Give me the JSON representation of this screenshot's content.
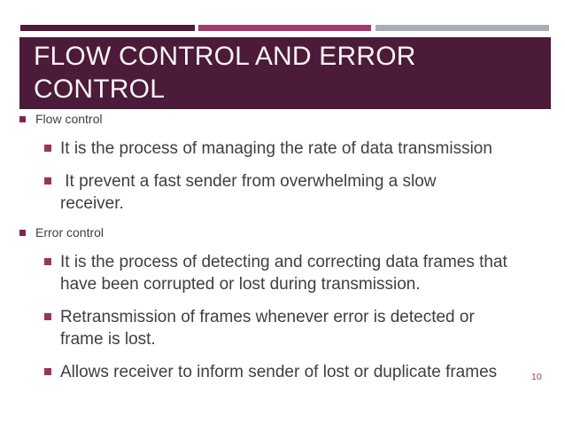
{
  "slide": {
    "title_lines": [
      "FLOW CONTROL AND ERROR",
      "CONTROL"
    ],
    "page_number": "10"
  },
  "bullets": [
    {
      "level": 1,
      "lines": [
        "Flow control"
      ]
    },
    {
      "level": 2,
      "lines": [
        "It is the process of managing the rate of data transmission"
      ]
    },
    {
      "level": 2,
      "lines": [
        " It prevent a fast sender from overwhelming a slow",
        "receiver."
      ]
    },
    {
      "level": 1,
      "lines": [
        "Error control"
      ]
    },
    {
      "level": 2,
      "lines": [
        "It is the process of detecting and correcting data frames that",
        "have been corrupted or lost during transmission."
      ]
    },
    {
      "level": 2,
      "lines": [
        "Retransmission of frames whenever error is detected or",
        "frame is lost."
      ]
    },
    {
      "level": 2,
      "lines": [
        "Allows receiver to inform sender of lost or duplicate frames"
      ]
    }
  ],
  "colors": {
    "title_background": "#4b1b39",
    "accent_pink": "#a23a6f",
    "accent_gray": "#a8aeb4",
    "bullet_level1": "#7b2551",
    "bullet_level2": "#9c3064",
    "body_text": "#3f3f3f",
    "page_number": "#9e3a6a"
  }
}
